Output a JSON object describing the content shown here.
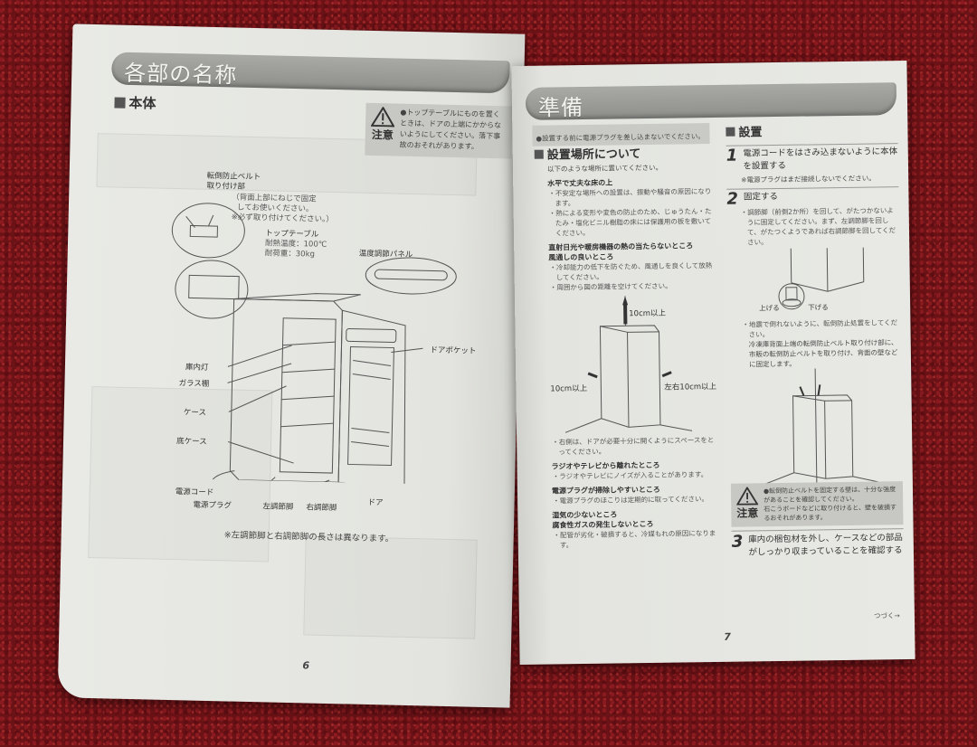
{
  "left_page": {
    "section_title": "各部の名称",
    "subsection": "本体",
    "caution": {
      "label": "注意",
      "text": "●トップテーブルにものを置くときは、ドアの上端にかからないようにしてください。落下事故のおそれがあります。"
    },
    "belt_mount": {
      "title_line1": "転倒防止ベルト",
      "title_line2": "取り付け部",
      "note_line1": "（背面上部にねじで固定",
      "note_line2": "してお使いください。",
      "note_line3": "※必ず取り付けてください。）"
    },
    "top_table": {
      "title": "トップテーブル",
      "spec1": "耐熱温度：100℃",
      "spec2": "耐荷重：30kg"
    },
    "temp_panel": "温度調節パネル",
    "parts": {
      "interior_light": "庫内灯",
      "glass_shelf": "ガラス棚",
      "case": "ケース",
      "bottom_case": "底ケース",
      "power_cord": "電源コード",
      "power_plug": "電源プラグ",
      "left_foot": "左調節脚",
      "right_foot": "右調節脚",
      "door": "ドア",
      "door_pocket": "ドアポケット"
    },
    "footnote": "※左調節脚と右調節脚の長さは異なります。",
    "page_number": "6"
  },
  "right_page": {
    "section_title": "準備",
    "notice": "●設置する前に電源プラグを差し込まないでください。",
    "location": {
      "heading": "設置場所について",
      "intro": "以下のような場所に置いてください。",
      "groups": [
        {
          "titles": [
            "水平で丈夫な床の上"
          ],
          "bullets": [
            "・不安定な場所への設置は、振動や騒音の原因になります。",
            "・熱による変形や変色の防止のため、じゅうたん・たたみ・塩化ビニル樹脂の床には保護用の板を敷いてください。"
          ]
        },
        {
          "titles": [
            "直射日光や暖房機器の熱の当たらないところ",
            "風通しの良いところ"
          ],
          "bullets": [
            "・冷却能力の低下を防ぐため、風通しを良くして放熱してください。",
            "・周囲から図の距離を空けてください。"
          ]
        }
      ],
      "clearance": {
        "top": "10cm以上",
        "left": "10cm以上",
        "right": "左右10cm以上"
      },
      "groups_after": [
        {
          "titles": [],
          "bullets": [
            "・右側は、ドアが必要十分に開くようにスペースをとってください。"
          ]
        },
        {
          "titles": [
            "ラジオやテレビから離れたところ"
          ],
          "bullets": [
            "・ラジオやテレビにノイズが入ることがあります。"
          ]
        },
        {
          "titles": [
            "電源プラグが掃除しやすいところ"
          ],
          "bullets": [
            "・電源プラグのほこりは定期的に取ってください。"
          ]
        },
        {
          "titles": [
            "湿気の少ないところ",
            "腐食性ガスの発生しないところ"
          ],
          "bullets": [
            "・配管が劣化・破損すると、冷媒もれの原因になります。"
          ]
        }
      ]
    },
    "installation": {
      "heading": "設置",
      "step1": {
        "num": "1",
        "text": "電源コードをはさみ込まないように本体を設置する",
        "note": "※電源プラグはまだ接続しないでください。"
      },
      "step2": {
        "num": "2",
        "text": "固定する",
        "bullet": "・調節脚（前側2か所）を回して、がたつかないように固定してください。まず、左調節脚を回して、がたつくようであれば右調節脚を回してください。",
        "raise": "上げる",
        "lower": "下げる",
        "bullet2": "・地震で倒れないように、転倒防止処置をしてください。",
        "bullet2_detail": "冷凍庫背面上端の転倒防止ベルト取り付け部に、市販の転倒防止ベルトを取り付け、背面の壁などに固定します。"
      },
      "caution": {
        "label": "注意",
        "text1": "●転倒防止ベルトを固定する壁は、十分な強度があることを確認してください。",
        "text2": "石こうボードなどに取り付けると、壁を破損するおそれがあります。"
      },
      "step3": {
        "num": "3",
        "text": "庫内の梱包材を外し、ケースなどの部品がしっかり収まっていることを確認する"
      },
      "continued": "つづく→"
    },
    "page_number": "7"
  }
}
